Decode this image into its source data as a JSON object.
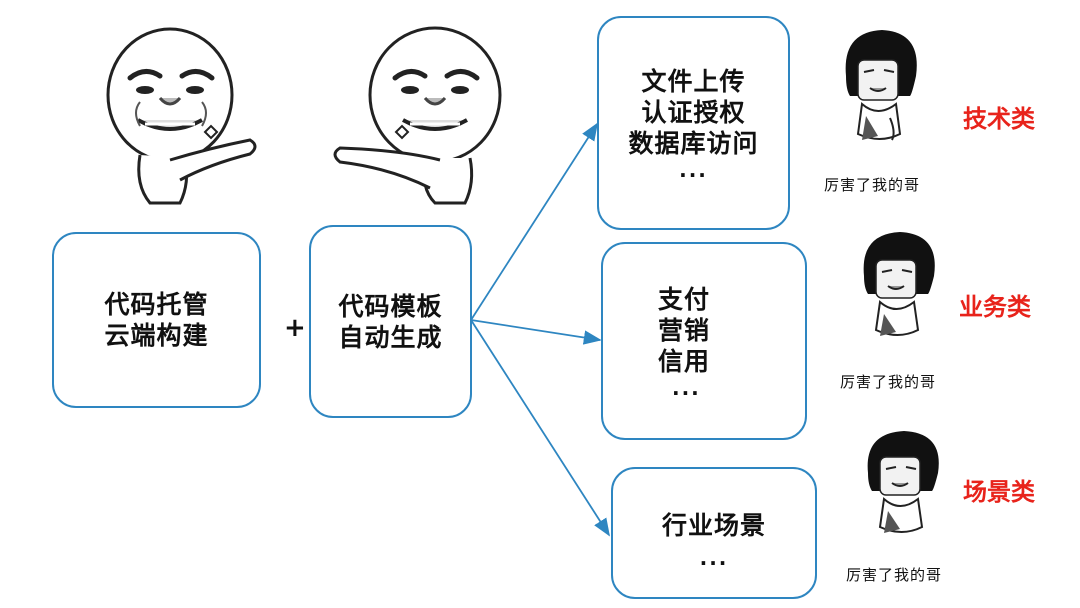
{
  "left": {
    "box1_lines": [
      "代码托管",
      "云端构建"
    ],
    "plus": "+",
    "box2_lines": [
      "代码模板",
      "自动生成"
    ]
  },
  "branches": [
    {
      "lines": [
        "文件上传",
        "认证授权",
        "数据库访问"
      ],
      "ellipsis": "...",
      "category": "技术类",
      "caption": "厉害了我的哥",
      "category_color": "#e8231b"
    },
    {
      "lines": [
        "支付",
        "营销",
        "信用"
      ],
      "ellipsis": "...",
      "category": "业务类",
      "caption": "厉害了我的哥",
      "category_color": "#e8231b"
    },
    {
      "lines": [
        "行业场景"
      ],
      "ellipsis": "...",
      "category": "场景类",
      "caption": "厉害了我的哥",
      "category_color": "#e8231b"
    }
  ],
  "colors": {
    "box_border": "#2e86c1",
    "arrow": "#2e86c1",
    "category": "#e8231b"
  },
  "icons": {
    "top_left": "meme-face-pointing-right-icon",
    "top_right": "meme-face-pointing-left-icon",
    "side": "bowl-cut-meme-icon"
  }
}
